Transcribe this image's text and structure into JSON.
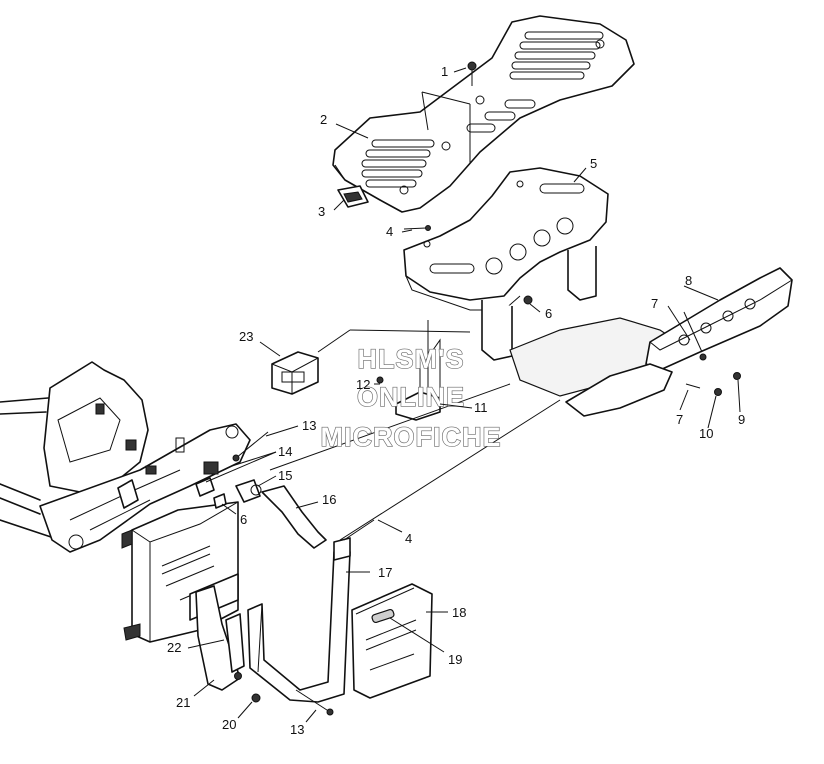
{
  "watermark": {
    "line1": "HLSM'S",
    "line2": "ONLINE",
    "line3": "MICROFICHE"
  },
  "callouts": [
    {
      "id": "1",
      "label": "1"
    },
    {
      "id": "2",
      "label": "2"
    },
    {
      "id": "3",
      "label": "3"
    },
    {
      "id": "4a",
      "label": "4"
    },
    {
      "id": "5",
      "label": "5"
    },
    {
      "id": "6a",
      "label": "6"
    },
    {
      "id": "7a",
      "label": "7"
    },
    {
      "id": "8",
      "label": "8"
    },
    {
      "id": "23",
      "label": "23"
    },
    {
      "id": "12",
      "label": "12"
    },
    {
      "id": "11",
      "label": "11"
    },
    {
      "id": "7b",
      "label": "7"
    },
    {
      "id": "10",
      "label": "10"
    },
    {
      "id": "9",
      "label": "9"
    },
    {
      "id": "13a",
      "label": "13"
    },
    {
      "id": "14",
      "label": "14"
    },
    {
      "id": "15",
      "label": "15"
    },
    {
      "id": "16",
      "label": "16"
    },
    {
      "id": "6b",
      "label": "6"
    },
    {
      "id": "4b",
      "label": "4"
    },
    {
      "id": "17",
      "label": "17"
    },
    {
      "id": "18",
      "label": "18"
    },
    {
      "id": "19",
      "label": "19"
    },
    {
      "id": "22",
      "label": "22"
    },
    {
      "id": "21",
      "label": "21"
    },
    {
      "id": "20",
      "label": "20"
    },
    {
      "id": "13b",
      "label": "13"
    }
  ]
}
